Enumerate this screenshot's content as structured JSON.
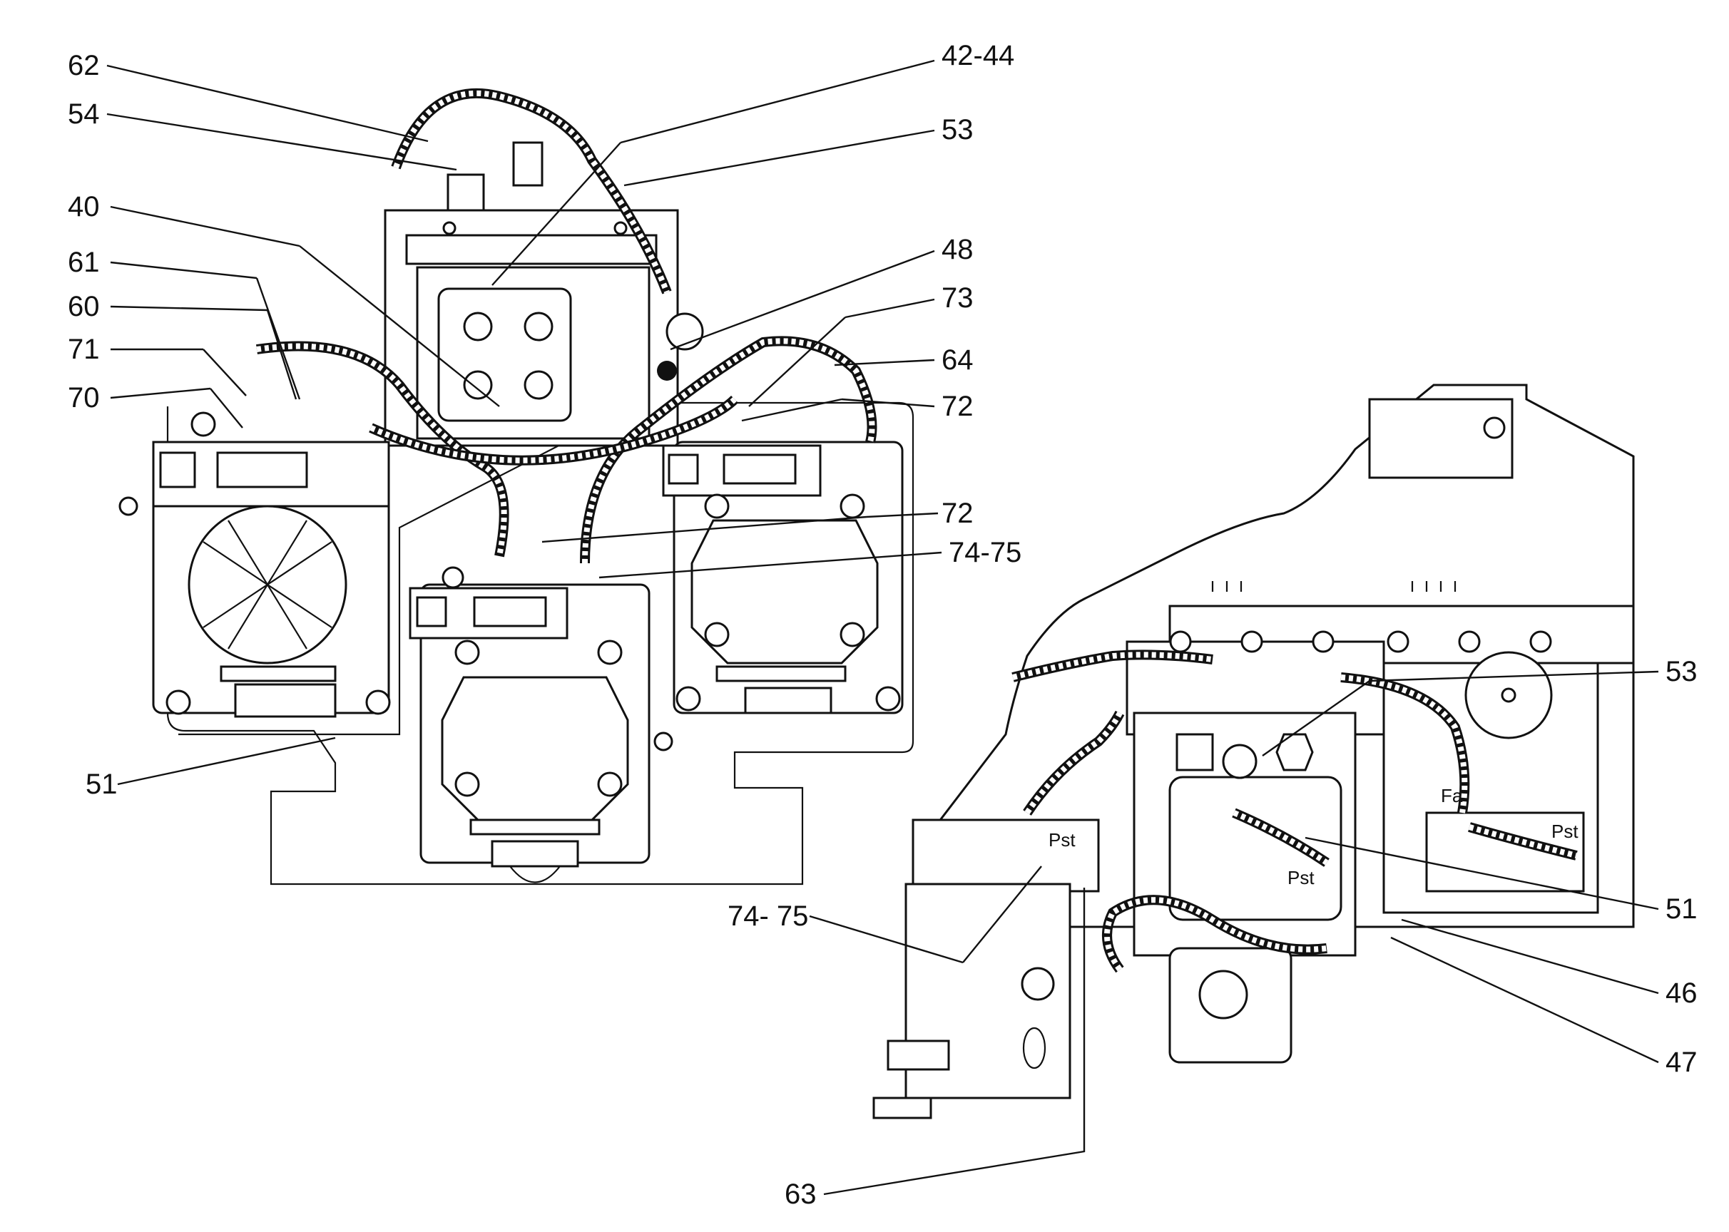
{
  "callouts_left": [
    {
      "id": "62",
      "label": "62"
    },
    {
      "id": "54",
      "label": "54"
    },
    {
      "id": "40",
      "label": "40"
    },
    {
      "id": "61",
      "label": "61"
    },
    {
      "id": "60",
      "label": "60"
    },
    {
      "id": "71",
      "label": "71"
    },
    {
      "id": "70",
      "label": "70"
    },
    {
      "id": "51a",
      "label": "51"
    },
    {
      "id": "42-44",
      "label": "42-44"
    },
    {
      "id": "53a",
      "label": "53"
    },
    {
      "id": "48",
      "label": "48"
    },
    {
      "id": "73",
      "label": "73"
    },
    {
      "id": "64",
      "label": "64"
    },
    {
      "id": "72a",
      "label": "72"
    },
    {
      "id": "72b",
      "label": "72"
    },
    {
      "id": "74-75a",
      "label": "74-75"
    }
  ],
  "callouts_right": [
    {
      "id": "53b",
      "label": "53"
    },
    {
      "id": "51b",
      "label": "51"
    },
    {
      "id": "46",
      "label": "46"
    },
    {
      "id": "47",
      "label": "47"
    },
    {
      "id": "74-75b",
      "label": "74- 75"
    },
    {
      "id": "63",
      "label": "63"
    }
  ],
  "port_labels": {
    "pst1": "Pst",
    "pst2": "Pst",
    "pst3": "Pst",
    "fa": "Fa"
  }
}
